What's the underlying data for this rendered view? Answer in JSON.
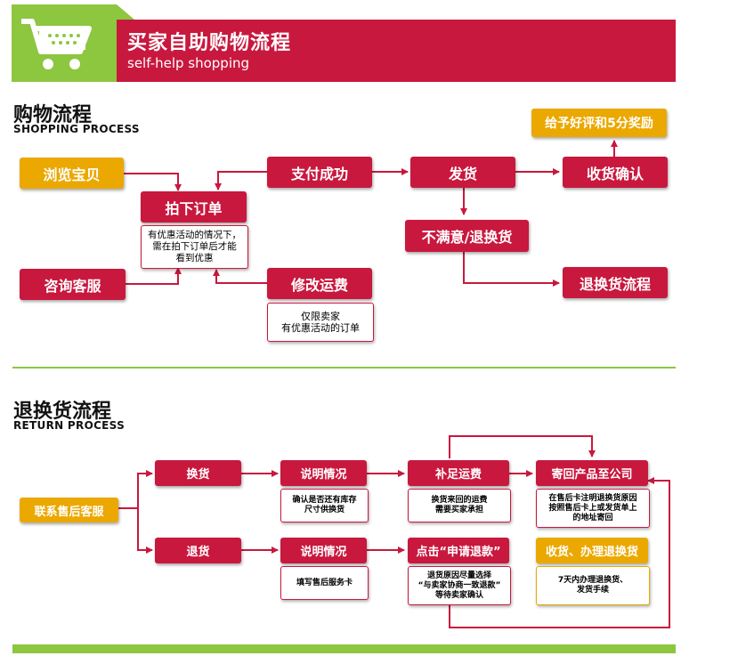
{
  "banner": {
    "title": "买家自助购物流程",
    "subtitle": "self-help shopping",
    "icon": "shopping-cart-icon"
  },
  "shopping": {
    "title": "购物流程",
    "subtitle": "SHOPPING PROCESS",
    "browse": "浏览宝贝",
    "consult": "咨询客服",
    "order": "拍下订单",
    "order_note": [
      "有优惠活动的情况下，",
      "需在拍下订单后才能",
      "看到优惠"
    ],
    "pay": "支付成功",
    "modify": "修改运费",
    "modify_note": [
      "仅限卖家",
      "有优惠活动的订单"
    ],
    "ship": "发货",
    "unsatisfied": "不满意/退换货",
    "receive": "收货确认",
    "review": "给予好评和5分奖励",
    "return_flow": "退换货流程"
  },
  "returns": {
    "title": "退换货流程",
    "subtitle": "RETURN PROCESS",
    "contact": "联系售后客服",
    "exchange": "换货",
    "refund": "退货",
    "explain1": "说明情况",
    "explain1_note": [
      "确认是否还有库存",
      "尺寸供换货"
    ],
    "explain2": "说明情况",
    "explain2_note": [
      "填写售后服务卡"
    ],
    "shipping": "补足运费",
    "shipping_note": [
      "换货来回的运费",
      "需要买家承担"
    ],
    "apply": "点击“申请退款”",
    "apply_note": [
      "退货原因尽量选择",
      "“与卖家协商一致退款”",
      "等待卖家确认"
    ],
    "send_back": "寄回产品至公司",
    "send_back_note": [
      "在售后卡注明退换货原因",
      "按照售后卡上或发货单上",
      "的地址寄回"
    ],
    "handle": "收货、办理退换货",
    "handle_note": [
      "7天内办理退换货、",
      "发货手续"
    ]
  },
  "colors": {
    "red": "#c8183e",
    "orange": "#eba800",
    "green": "#8dc63f"
  }
}
